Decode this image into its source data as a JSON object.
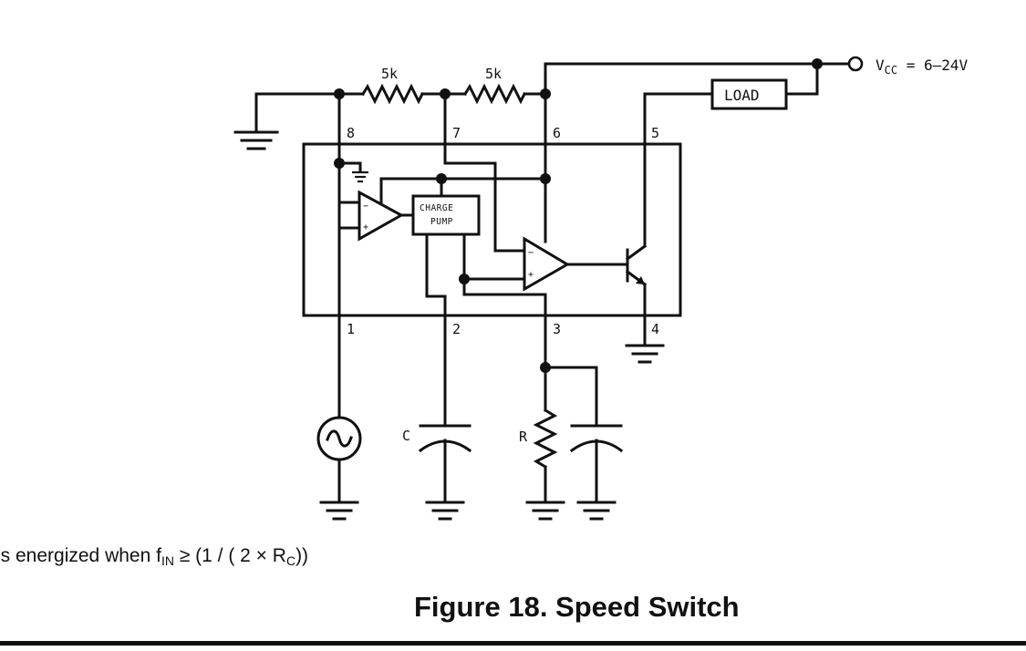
{
  "figure": {
    "caption": "Figure 18.  Speed Switch",
    "note": {
      "prefix": "is energized when f",
      "sub1": "IN",
      "mid": " ≥ (1 / ( 2 × R",
      "sub2": "C",
      "suffix": "))"
    }
  },
  "schematic": {
    "supply": {
      "vcc_prefix": "V",
      "vcc_sub": "CC",
      "vcc_value": " = 6–24V"
    },
    "resistor_top_left": "5k",
    "resistor_top_right": "5k",
    "load_label": "LOAD",
    "charge_pump_line1": "CHARGE",
    "charge_pump_line2": "PUMP",
    "pins": [
      "1",
      "2",
      "3",
      "4",
      "5",
      "6",
      "7",
      "8"
    ],
    "capacitor_label": "C",
    "resistor_label": "R",
    "opamp_minus": "−",
    "opamp_plus": "+"
  }
}
